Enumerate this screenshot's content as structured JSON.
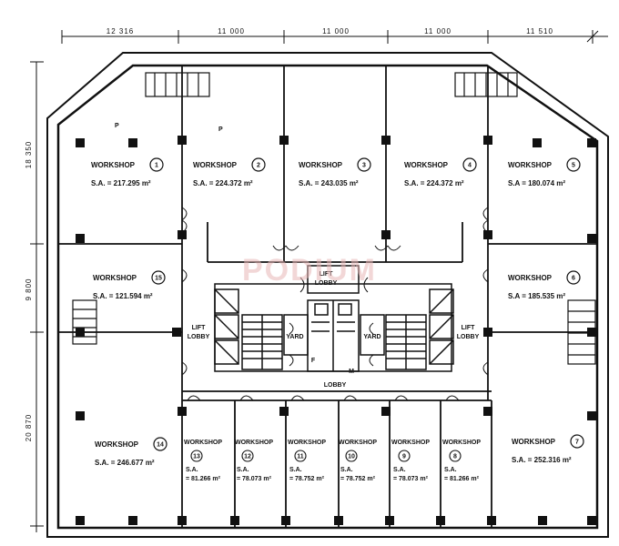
{
  "dimensions_top": [
    "12 316",
    "11 000",
    "11 000",
    "11 000",
    "11 510"
  ],
  "dimensions_left": [
    "18 350",
    "9 800",
    "20 870"
  ],
  "core_labels": {
    "lift_lobby_top": [
      "LIFT",
      "LOBBY"
    ],
    "lift_lobby_left": [
      "LIFT",
      "LOBBY"
    ],
    "lift_lobby_right": [
      "LIFT",
      "LOBBY"
    ],
    "yard_left": "YARD",
    "yard_right": "YARD",
    "lobby": "LOBBY",
    "toilet_f": "F",
    "toilet_m": "M"
  },
  "parking_marks": [
    "P",
    "P"
  ],
  "workshops": [
    {
      "name": "WORKSHOP",
      "num": "1",
      "sa": "S.A. = 217.295 m²"
    },
    {
      "name": "WORKSHOP",
      "num": "2",
      "sa": "S.A. = 224.372 m²"
    },
    {
      "name": "WORKSHOP",
      "num": "3",
      "sa": "S.A. = 243.035 m²"
    },
    {
      "name": "WORKSHOP",
      "num": "4",
      "sa": "S.A. = 224.372 m²"
    },
    {
      "name": "WORKSHOP",
      "num": "5",
      "sa": "S.A = 180.074 m²"
    },
    {
      "name": "WORKSHOP",
      "num": "6",
      "sa": "S.A = 185.535 m²"
    },
    {
      "name": "WORKSHOP",
      "num": "7",
      "sa": "S.A. = 252.316 m²"
    },
    {
      "name": "WORKSHOP",
      "num": "8",
      "sa1": "S.A.",
      "sa2": "= 81.266 m²"
    },
    {
      "name": "WORKSHOP",
      "num": "9",
      "sa1": "S.A.",
      "sa2": "= 78.073 m²"
    },
    {
      "name": "WORKSHOP",
      "num": "10",
      "sa1": "S.A.",
      "sa2": "= 78.752 m²"
    },
    {
      "name": "WORKSHOP",
      "num": "11",
      "sa1": "S.A.",
      "sa2": "= 78.752 m²"
    },
    {
      "name": "WORKSHOP",
      "num": "12",
      "sa1": "S.A.",
      "sa2": "= 78.073 m²"
    },
    {
      "name": "WORKSHOP",
      "num": "13",
      "sa1": "S.A.",
      "sa2": "= 81.266 m²"
    },
    {
      "name": "WORKSHOP",
      "num": "14",
      "sa": "S.A. = 246.677 m²"
    },
    {
      "name": "WORKSHOP",
      "num": "15",
      "sa": "S.A. = 121.594 m²"
    }
  ],
  "watermark": "PODIUM"
}
